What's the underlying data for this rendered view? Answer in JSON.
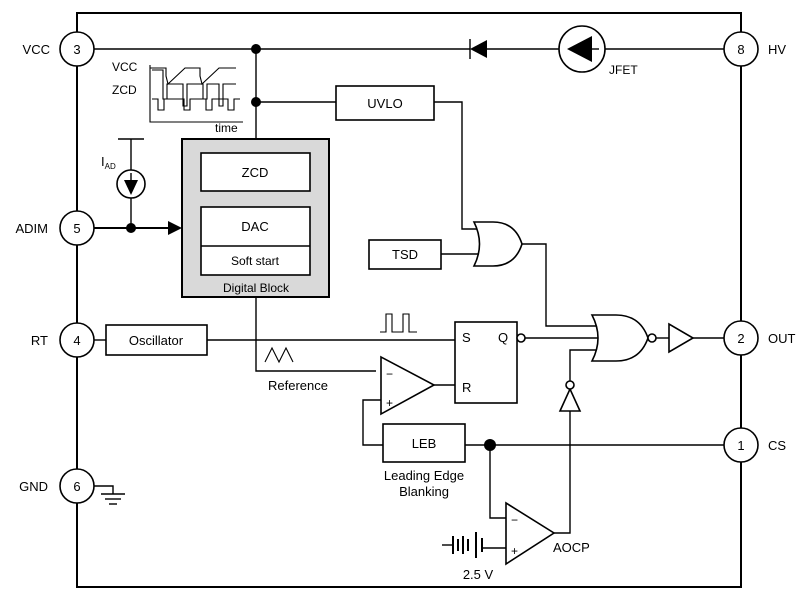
{
  "pins": {
    "vcc": {
      "name": "VCC",
      "number": "3"
    },
    "hv": {
      "name": "HV",
      "number": "8"
    },
    "adim": {
      "name": "ADIM",
      "number": "5"
    },
    "rt": {
      "name": "RT",
      "number": "4"
    },
    "gnd": {
      "name": "GND",
      "number": "6"
    },
    "out": {
      "name": "OUT",
      "number": "2"
    },
    "cs": {
      "name": "CS",
      "number": "1"
    }
  },
  "blocks": {
    "uvlo": "UVLO",
    "tsd": "TSD",
    "oscillator": "Oscillator",
    "leb": "LEB",
    "zcd": "ZCD",
    "dac": "DAC",
    "soft_start": "Soft start",
    "digital_block": "Digital Block"
  },
  "labels": {
    "jfet": "JFET",
    "waveform_vcc": "VCC",
    "waveform_zcd": "ZCD",
    "waveform_time": "time",
    "current_source_main": "I",
    "current_source_sub": "AD",
    "reference": "Reference",
    "leb_caption_line1": "Leading Edge",
    "leb_caption_line2": "Blanking",
    "aocp": "AOCP",
    "voltage_ref": "2.5 V",
    "latch_s": "S",
    "latch_r": "R",
    "latch_q": "Q",
    "op_minus": "−",
    "op_plus": "+"
  }
}
